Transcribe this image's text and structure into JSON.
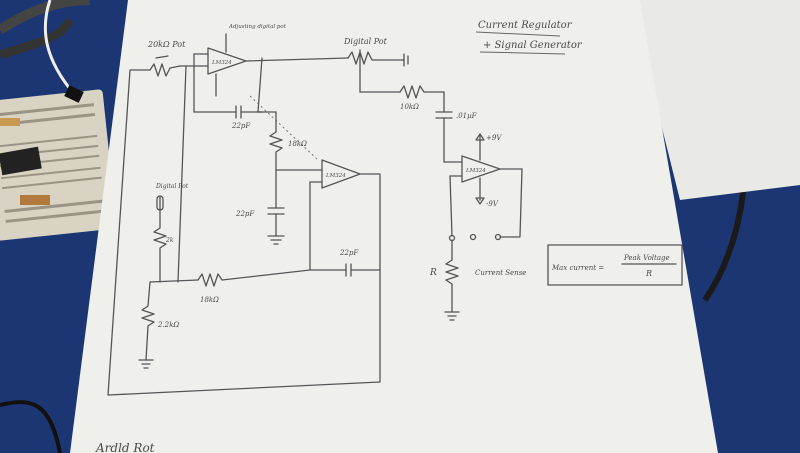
{
  "photo": {
    "subject": "Hand-drawn circuit schematic on paper, lying on a blue desk next to a breadboard",
    "colors": {
      "desk": "#1f3a78",
      "paper": "#efefec",
      "pencil": "#555555",
      "breadboard": "#d9d3c3"
    }
  },
  "schematic": {
    "title_line1": "Current Regulator",
    "title_line2": "+ Signal Generator",
    "pot_top_left": "20kΩ Pot",
    "opamp_top_small": "Adjusting digital pot",
    "opamp_u1": "LM324",
    "opamp_u2": "LM324",
    "opamp_u3": "LM324",
    "digital_pot": "Digital Pot",
    "resistor_10k": "10kΩ",
    "cap_01uf": ".01µF",
    "plus_9v": "+9V",
    "minus_9v": "-9V",
    "cap_22pf_top": "22pF",
    "resistor_18k_mid": "18kΩ",
    "cap_22pf_mid": "22pF",
    "cap_22pf_right": "22pF",
    "resistor_18k_bottom": "18kΩ",
    "resistor_2_2k": "2.2kΩ",
    "resistor_2k": "2k",
    "label_r": "R",
    "current_sense": "Current Sense",
    "formula_left": "Max current =",
    "formula_numerator": "Peak Voltage",
    "formula_denominator": "R",
    "bottom_scribble": "Ardld Rot"
  }
}
